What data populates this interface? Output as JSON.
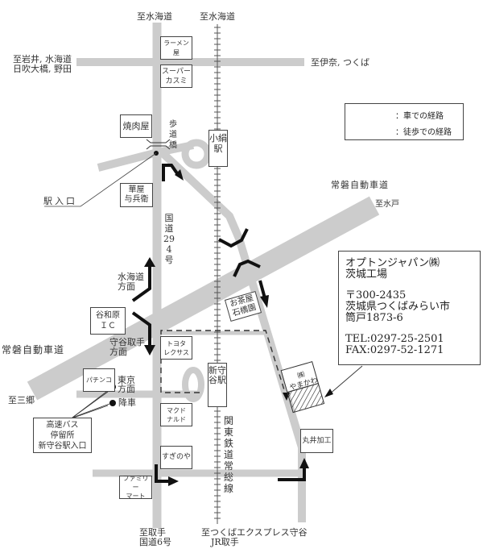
{
  "colors": {
    "road": "#cccccc",
    "route": "#111111",
    "text": "#333333",
    "border": "#444444"
  },
  "top_labels": {
    "left": "至水海道",
    "right": "至水海道"
  },
  "west_label": {
    "line1": "至岩井, 水海道",
    "line2": "日吹大橋, 野田"
  },
  "east_label": "至伊奈, つくば",
  "legend": {
    "car_route": "：車での経路",
    "walk_route": "：徒歩での経路"
  },
  "landmarks": {
    "ramen": "ラーメン屋",
    "super_kasumi": "スーパー\nカスミ",
    "yakiniku": "焼肉屋",
    "footbridge": "歩道橋",
    "kotsuna_station": "小絹駅",
    "hanaya": "華屋\n与兵衛",
    "station_entrance": "駅入口",
    "route294": "国道294号",
    "joban_expressway_east": "常磐自動車道",
    "to_mito": "至水戸",
    "mitsukaido_direction": "水海道\n方面",
    "yawara_ic": "谷和原\nＩＣ",
    "moriya_toride_direction": "守谷取手\n方面",
    "joban_expressway_west": "常磐自動車道",
    "toyota_lexus": "トヨタ\nレクサス",
    "ochaya": "お茶屋\n石橋園",
    "shinmoriya_station": "新守谷駅",
    "kanto_railway": "関東鉄道常総線",
    "pachinko": "パチンコ",
    "tokyo_direction": "東京\n方面",
    "alight": "降車",
    "to_sango": "至三郷",
    "bus_stop": "高速バス\n停留所\n新守谷駅入口",
    "mcdonalds": "マクド\nナルド",
    "sugino_ya": "すぎのや",
    "family_mart": "ファミリー\nマート",
    "yamakawa": "㈱\nやまかわ",
    "marui_kako": "丸井加工",
    "to_toride": {
      "line1": "至取手",
      "line2": "国道6号"
    },
    "to_tx_moriya": {
      "line1": "至つくばエクスプレス守谷",
      "line2": "JR取手"
    }
  },
  "company": {
    "name": "オプトンジャパン㈱",
    "plant": "茨城工場",
    "postal": "〒300-2435",
    "address1": "茨城県つくばみらい市",
    "address2": "筒戸1873-6",
    "tel": "TEL:0297-25-2501",
    "fax": "FAX:0297-52-1271"
  }
}
